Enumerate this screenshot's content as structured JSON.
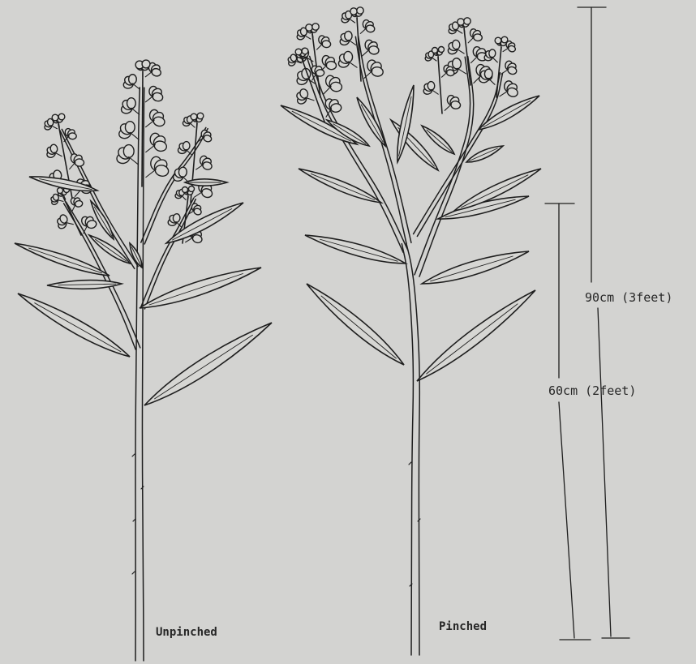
{
  "labels": {
    "unpinched": "Unpinched",
    "pinched": "Pinched",
    "height_90": "90cm (3feet)",
    "height_60": "60cm (2feet)"
  },
  "colors": {
    "paper": "#d3d3d1",
    "ink": "#1e1e1e"
  }
}
